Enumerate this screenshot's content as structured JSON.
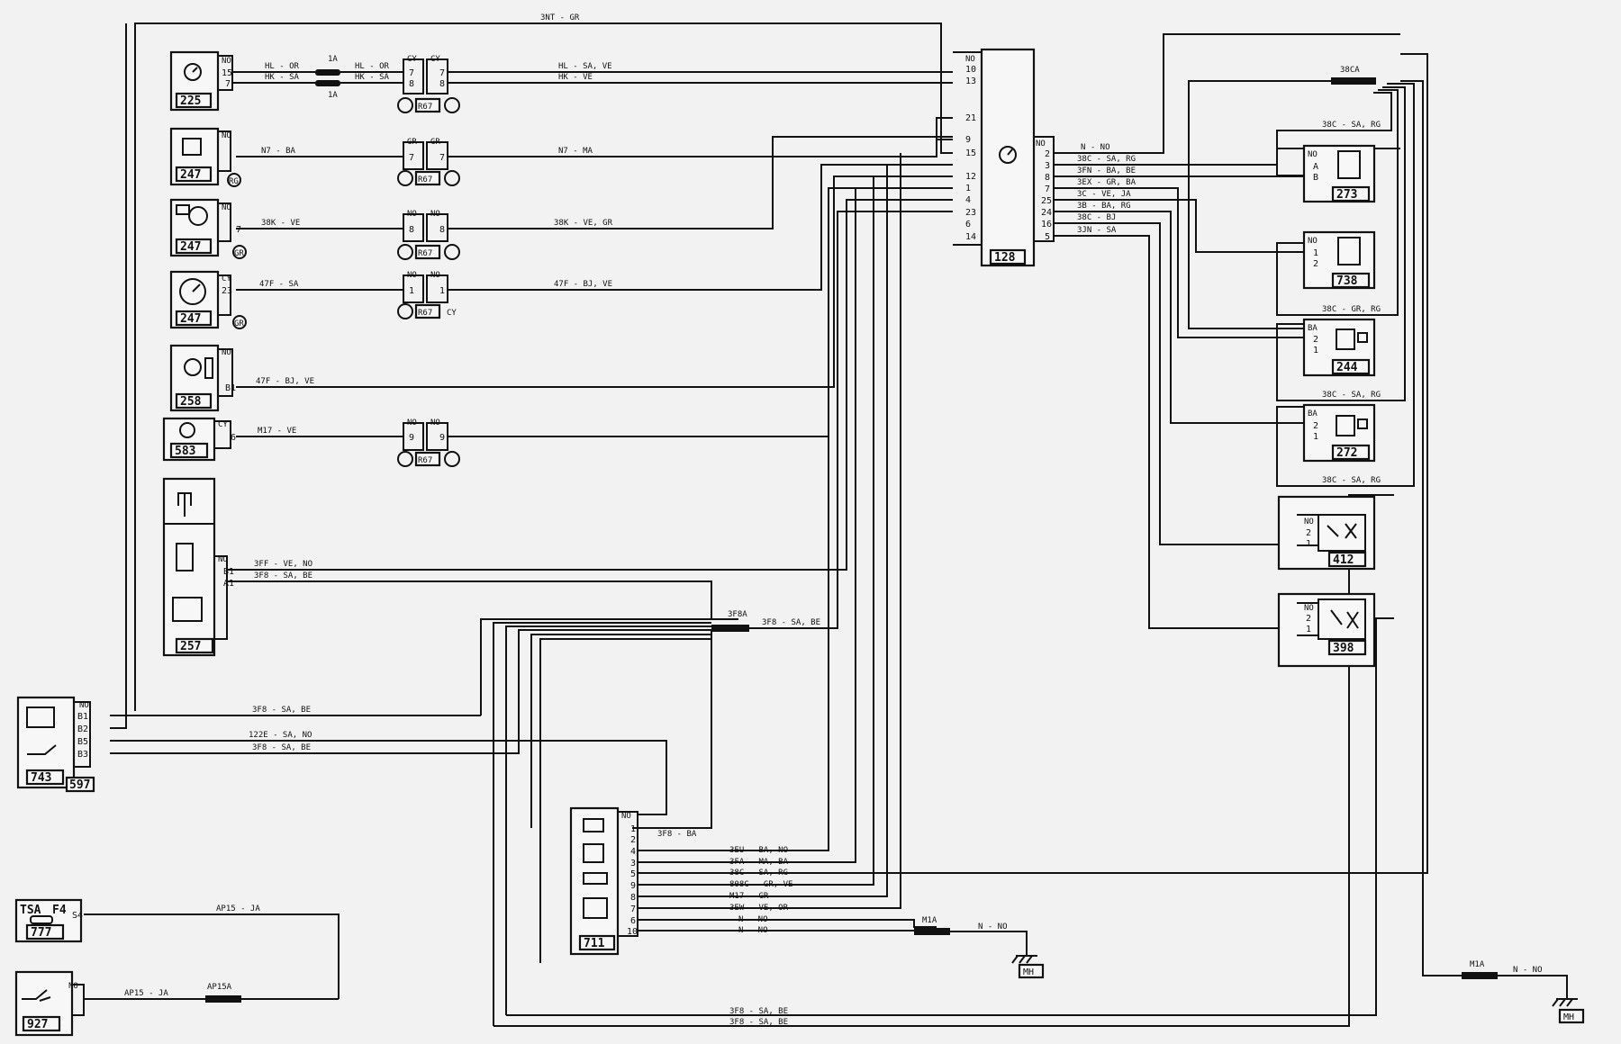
{
  "components": {
    "c225": "225",
    "c247a": "247",
    "c247b": "247",
    "c247c": "247",
    "c258": "258",
    "c583": "583",
    "c257": "257",
    "c743": "743",
    "c597": "597",
    "c777": "777",
    "c927": "927",
    "c711": "711",
    "c128": "128",
    "c273": "273",
    "c738": "738",
    "c244": "244",
    "c272": "272",
    "c412": "412",
    "c398": "398",
    "ground_mh": "MH",
    "fuse_tsa": "TSA",
    "fuse_f4": "F4"
  },
  "connectors": {
    "no": "NO",
    "cy": "CY",
    "gr": "GR",
    "ba": "BA",
    "r67": "R67",
    "rg": "RG",
    "fuse_1a": "1A",
    "splice_38ca": "38CA",
    "splice_3f8a": "3F8A",
    "splice_m1a": "M1A",
    "splice_ap15a": "AP15A"
  },
  "pins": {
    "p1": "1",
    "p2": "2",
    "p3": "3",
    "p4": "4",
    "p5": "5",
    "p6": "6",
    "p7": "7",
    "p8": "8",
    "p9": "9",
    "p10": "10",
    "p12": "12",
    "p13": "13",
    "p14": "14",
    "p15": "15",
    "p16": "16",
    "p21": "21",
    "p23": "23",
    "p24": "24",
    "p25": "25",
    "a": "A",
    "b": "B",
    "a1": "A1",
    "b1": "B1",
    "b2": "B2",
    "b3": "B3",
    "b5": "B5",
    "s4": "S4"
  },
  "wires": {
    "w3nt": "3NT - GR",
    "hl_or": "HL - OR",
    "hk_sa": "HK - SA",
    "hl_sa_ve": "HL - SA, VE",
    "hk_ve": "HK - VE",
    "n7_ba": "N7 - BA",
    "n7_ma": "N7 - MA",
    "w38k_ve": "38K - VE",
    "w38k_ve_gr": "38K - VE, GR",
    "w47f_sa": "47F - SA",
    "w47f_bj_ve": "47F - BJ, VE",
    "m17_ve": "M17 - VE",
    "w3ff_ve_no": "3FF - VE, NO",
    "w3f8_sa_be": "3F8 - SA, BE",
    "w122e": "122E - SA, NO",
    "w3f8_ba": "3F8 - BA",
    "w3eu": "3EU - BA, NO",
    "w3fa": "3FA - MA, BA",
    "w38c_sa_rg": "38C - SA, RG",
    "w808c": "808C - GR, VE",
    "m17_gr": "M17 - GR",
    "w3ew": "3EW - VE, OR",
    "n_no": "N - NO",
    "ap15_ja": "AP15 - JA",
    "w38c_sa_rg_r": "38C - SA, RG",
    "w3fn": "3FN - BA, BE",
    "w3ex": "3EX - GR, BA",
    "w3c": "3C - VE, JA",
    "w3b": "3B - BA, RG",
    "w38c_bj": "38C - BJ",
    "w3jn": "3JN - SA",
    "w38c_gr_rg": "38C - GR, RG"
  }
}
